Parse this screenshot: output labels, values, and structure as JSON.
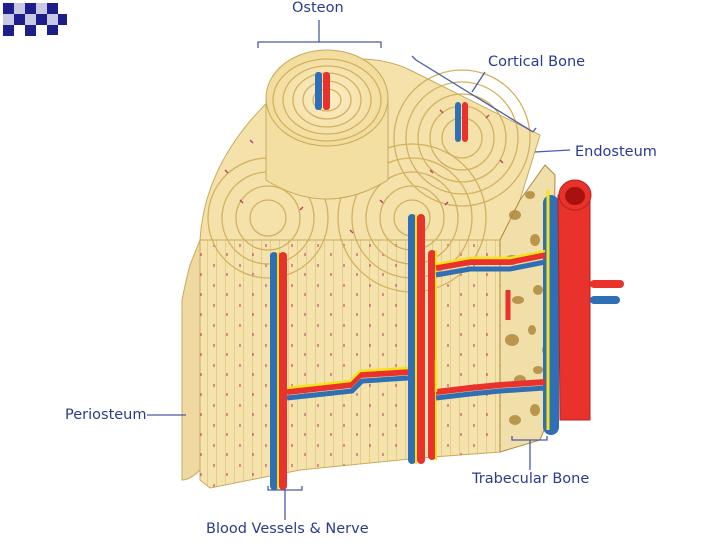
{
  "labels": {
    "osteon": "Osteon",
    "cortical_bone": "Cortical Bone",
    "endosteum": "Endosteum",
    "periosteum": "Periosteum",
    "trabecular_bone": "Trabecular Bone",
    "blood_vessels_nerve": "Blood Vessels & Nerve"
  },
  "colors": {
    "label_text": "#2b3a8f",
    "leader_line": "#4a5aa8",
    "bone_fill": "#f6e7b2",
    "ring_line": "#d7b865",
    "lamella_dot": "#c23a6a",
    "artery": "#e8322b",
    "vein": "#2f6fb5",
    "nerve": "#f4e21a",
    "trabecular_pore": "#b08a3c",
    "corner_squares": "#1c1f8a"
  }
}
